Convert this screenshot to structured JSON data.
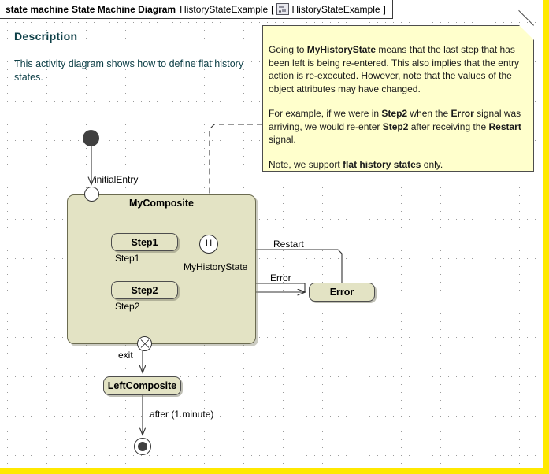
{
  "titlebar": {
    "keyword": "state machine",
    "diagram_type": "State Machine Diagram",
    "diagram_name": "HistoryStateExample",
    "bracket_open": "[",
    "context_icon": "state-machine-icon",
    "context_name": "HistoryStateExample",
    "bracket_close": "]"
  },
  "description": {
    "heading": "Description",
    "body": "This activity diagram shows how to define flat history states."
  },
  "note": {
    "paragraph1_pre": "Going to ",
    "paragraph1_bold": "MyHistoryState",
    "paragraph1_post": " means that the last step that has been left is being re-entered. This also implies that the entry action is re-executed. However, note that the values of the object attributes may have changed.",
    "paragraph2_a": "For example, if we were in ",
    "paragraph2_b": "Step2",
    "paragraph2_c": " when the ",
    "paragraph2_d": "Error",
    "paragraph2_e": " signal was arriving, we would re-enter ",
    "paragraph2_f": "Step2",
    "paragraph2_g": " after receiving the ",
    "paragraph2_h": "Restart",
    "paragraph2_i": " signal.",
    "paragraph3_a": "Note, we support ",
    "paragraph3_b": "flat history states",
    "paragraph3_c": " only."
  },
  "diagram": {
    "composite_name": "MyComposite",
    "states": {
      "step1": "Step1",
      "step2": "Step2",
      "error": "Error",
      "left_composite": "LeftComposite"
    },
    "pseudostates": {
      "initial": "initial-state",
      "entry_point": "entryPoint",
      "exit_point": "exit",
      "history": "H",
      "history_label": "MyHistoryState",
      "final": "final-state"
    },
    "transitions": [
      {
        "name": "initial-to-entry",
        "label": "initialEntry"
      },
      {
        "name": "step1-to-step2",
        "label": "Step1"
      },
      {
        "name": "step2-to-exit",
        "label": "Step2"
      },
      {
        "name": "exit-to-leftcomposite",
        "label": "exit"
      },
      {
        "name": "leftcomposite-to-final",
        "label": "after (1 minute)"
      },
      {
        "name": "error-to-history",
        "label": "Restart"
      },
      {
        "name": "composite-to-error",
        "label": "Error"
      }
    ]
  },
  "colors": {
    "frame": "#ffe900",
    "state_fill": "#e3e3c4",
    "note_fill": "#ffffcc",
    "description_text": "#0d3f47",
    "line": "#333333"
  }
}
